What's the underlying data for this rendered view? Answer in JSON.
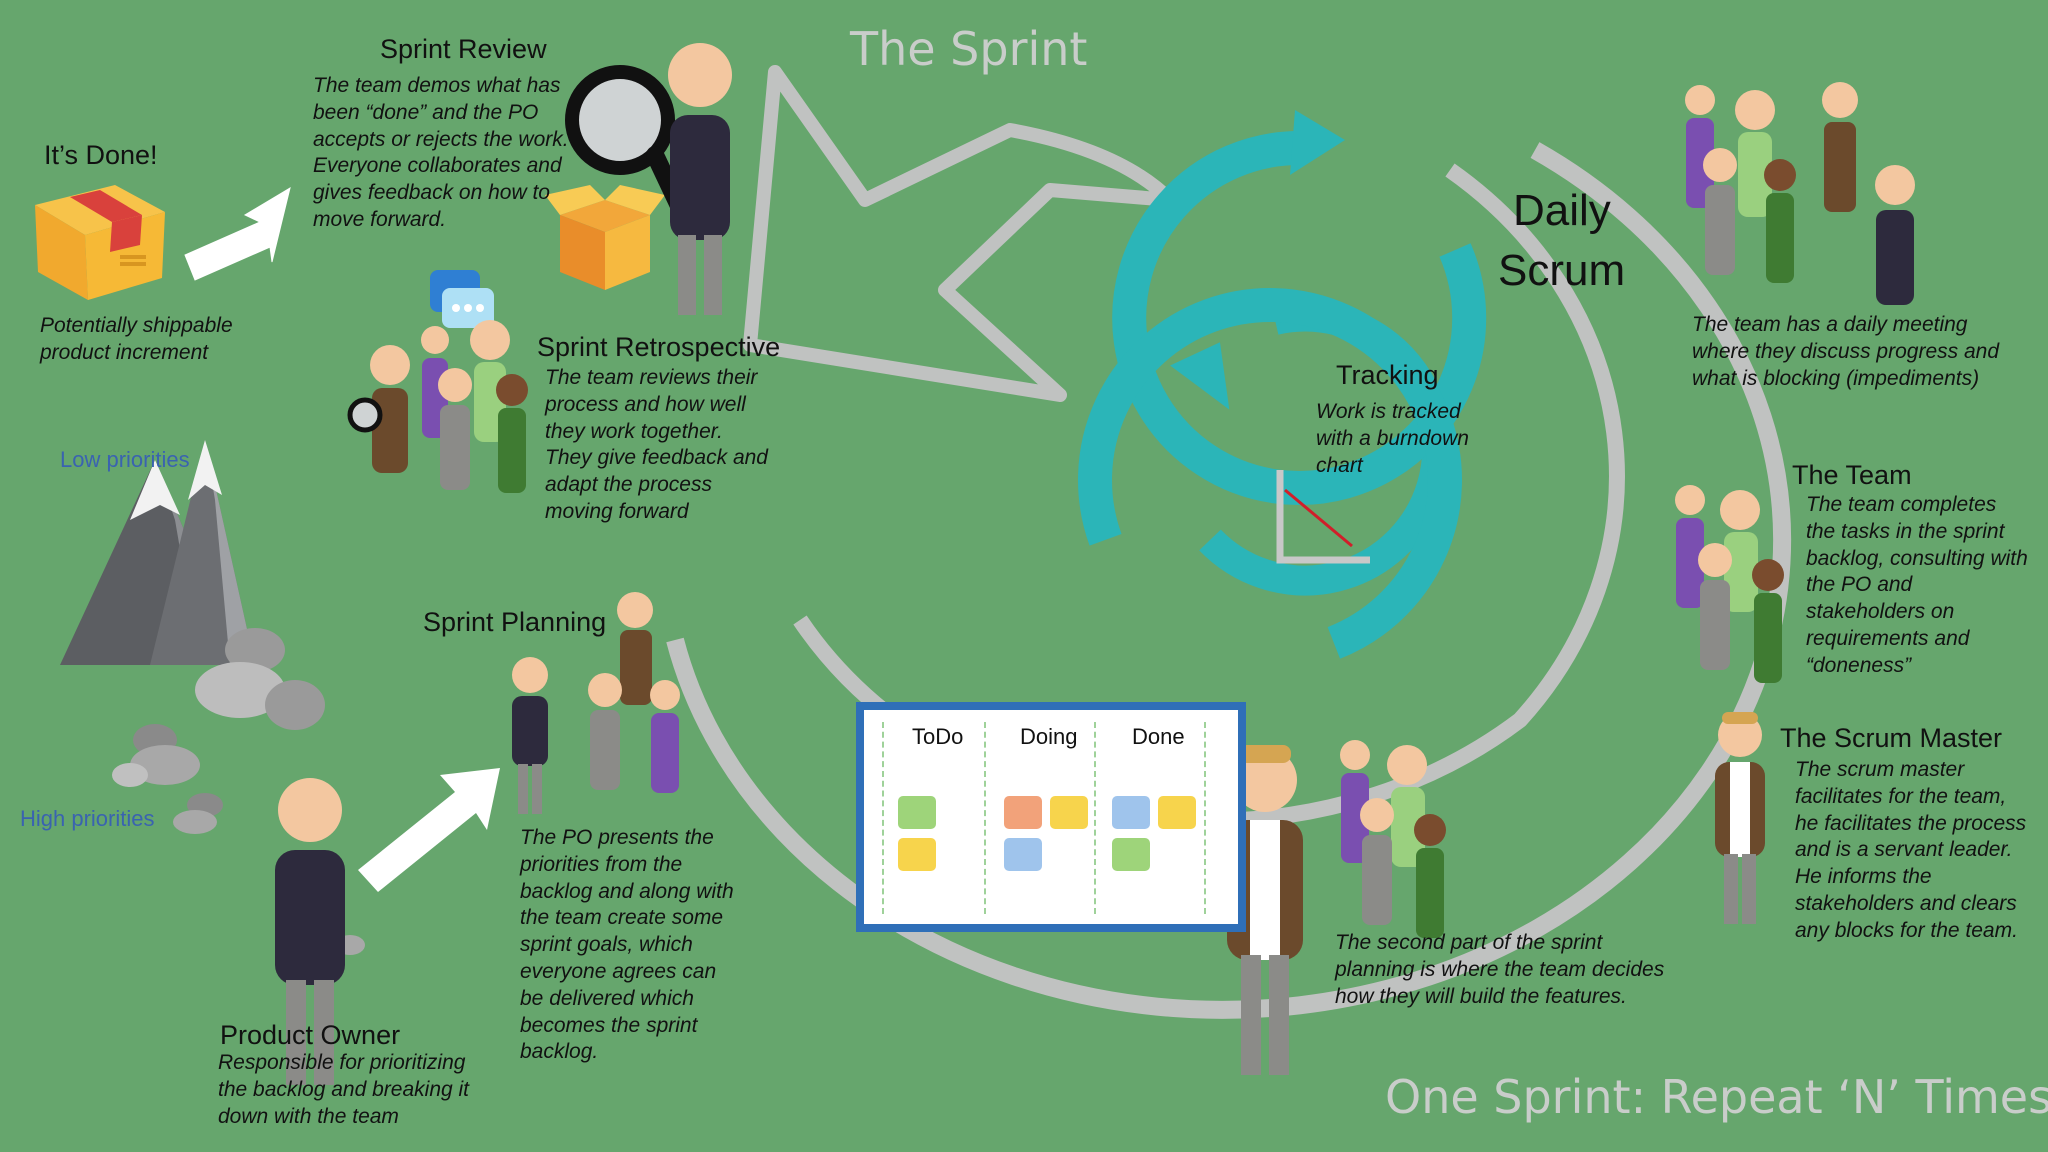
{
  "header": {
    "title": "The Sprint",
    "footer": "One Sprint: Repeat ‘N’ Times"
  },
  "done": {
    "heading": "It’s Done!",
    "caption": "Potentially shippable product increment"
  },
  "priorities": {
    "low": "Low priorities",
    "high": "High priorities"
  },
  "sprint_review": {
    "heading": "Sprint Review",
    "text": "The team demos what has been “done” and the PO accepts or rejects the work. Everyone collaborates and gives feedback on how to move forward."
  },
  "sprint_retro": {
    "heading": "Sprint Retrospective",
    "text": "The team reviews their process and how well they work together. They give feedback and adapt the process moving forward"
  },
  "sprint_planning": {
    "heading": "Sprint Planning",
    "text": "The PO presents the priorities from the backlog and along with the team create some sprint goals, which everyone agrees can be delivered which becomes the sprint backlog."
  },
  "product_owner": {
    "heading": "Product Owner",
    "text": "Responsible for prioritizing the backlog and breaking it down with the team"
  },
  "daily_scrum": {
    "line1": "Daily",
    "line2": "Scrum",
    "text": "The team has a daily meeting where they discuss progress and what is blocking (impediments)"
  },
  "tracking": {
    "heading": "Tracking",
    "text": "Work is tracked with a burndown chart"
  },
  "the_team": {
    "heading": "The Team",
    "text": "The team completes the tasks in the sprint backlog, consulting with the PO and stakeholders on requirements and “doneness”"
  },
  "scrum_master": {
    "heading": "The Scrum Master",
    "text": "The scrum master facilitates for the team, he facilitates the process and is a servant leader. He informs the stakeholders and clears any blocks for the team."
  },
  "second_planning": {
    "text": "The second part of the sprint planning is where the team decides how they will build the features."
  },
  "board": {
    "columns": [
      "ToDo",
      "Doing",
      "Done"
    ],
    "colors": {
      "green": "#9ed47a",
      "yellow": "#f7d44c",
      "orange": "#f2a27a",
      "blue": "#9fc4ec"
    }
  },
  "colors": {
    "background": "#66a66d",
    "loop": "#c0c2c1",
    "cycle": "#2bb5b8",
    "board_border": "#2f6fb8",
    "footer_text": "#c9cdca"
  }
}
